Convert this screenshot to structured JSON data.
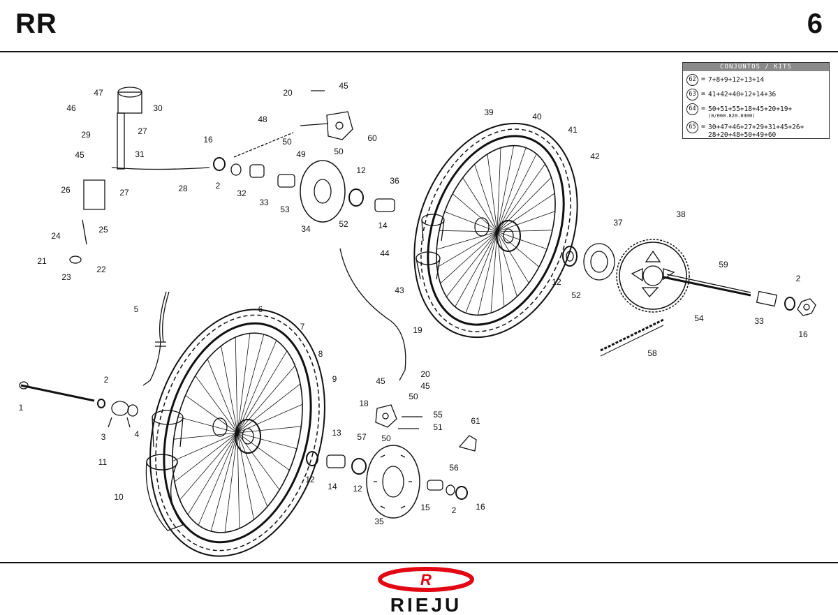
{
  "header": {
    "model": "RR",
    "page": "6"
  },
  "kits": {
    "title": "CONJUNTOS / KITS",
    "rows": [
      {
        "num": "62",
        "eq": "=",
        "value": "7+8+9+12+13+14",
        "value2": ""
      },
      {
        "num": "63",
        "eq": "=",
        "value": "41+42+40+12+14+36",
        "value2": ""
      },
      {
        "num": "64",
        "eq": "=",
        "value": "50+51+55+18+45+20+19+",
        "value2": "(0/000.820.0300)"
      },
      {
        "num": "65",
        "eq": "=",
        "value": "30+47+46+27+29+31+45+26+",
        "value2": "28+20+48+50+49+60"
      }
    ]
  },
  "callouts": [
    "1",
    "2",
    "3",
    "4",
    "5",
    "6",
    "7",
    "8",
    "9",
    "10",
    "11",
    "12",
    "13",
    "14",
    "15",
    "16",
    "18",
    "19",
    "20",
    "21",
    "22",
    "23",
    "24",
    "25",
    "26",
    "27",
    "28",
    "29",
    "30",
    "31",
    "32",
    "33",
    "34",
    "35",
    "36",
    "37",
    "38",
    "39",
    "40",
    "41",
    "42",
    "43",
    "44",
    "45",
    "46",
    "47",
    "48",
    "49",
    "50",
    "51",
    "52",
    "53",
    "54",
    "55",
    "56",
    "57",
    "58",
    "59",
    "60",
    "61"
  ],
  "brand": {
    "name": "RIEJU",
    "emblem_letter": "R",
    "color": "#e30613"
  }
}
